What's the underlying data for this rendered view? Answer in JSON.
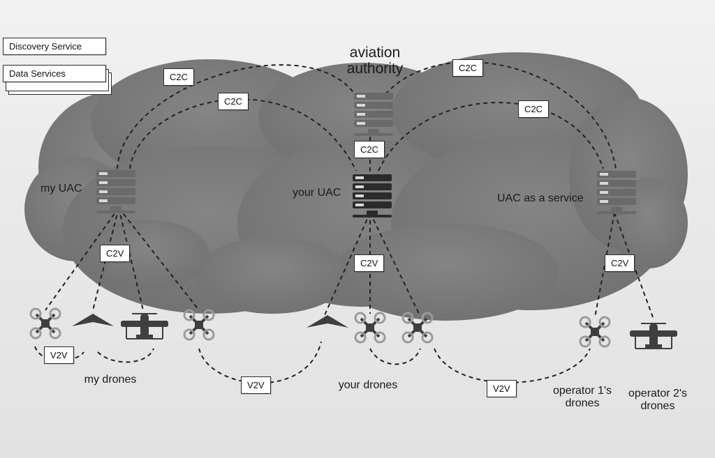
{
  "legend": {
    "discovery": "Discovery Service",
    "data": "Data Services"
  },
  "labels": {
    "authority": "aviation\nauthority",
    "my_uac": "my UAC",
    "your_uac": "your UAC",
    "uac_service": "UAC as a service",
    "my_drones": "my drones",
    "your_drones": "your drones",
    "op1_drones": "operator 1's\ndrones",
    "op2_drones": "operator 2's\ndrones"
  },
  "links": {
    "c2c": "C2C",
    "c2v": "C2V",
    "v2v": "V2V"
  },
  "colors": {
    "cloud": "#7b7b7b",
    "server": "#6a6a6a",
    "server_dark": "#2b2b2b",
    "drone": "#3f3f3f"
  }
}
